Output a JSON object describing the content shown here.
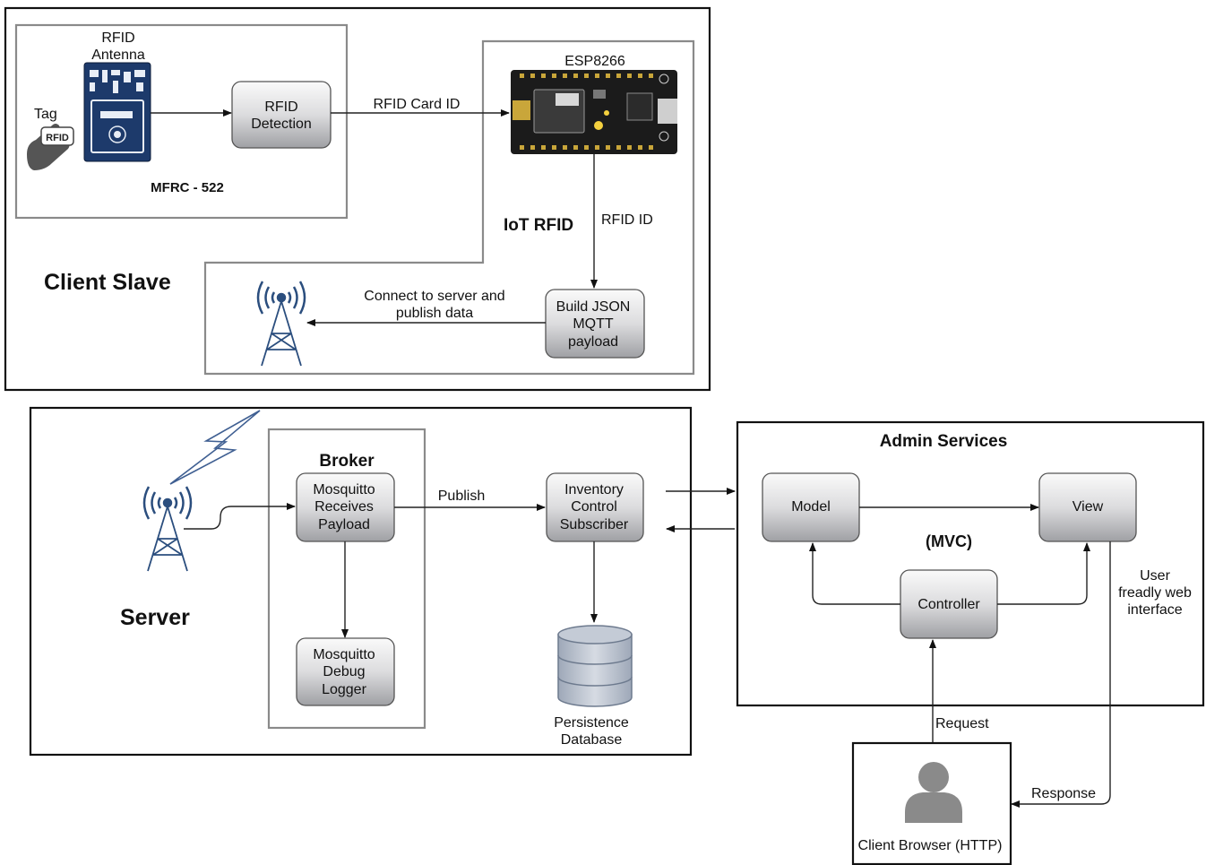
{
  "client_slave": {
    "title": "Client Slave",
    "reader_title": "RFID",
    "reader_title2": "Antenna",
    "tag_label": "Tag",
    "tag_badge": "RFID",
    "reader_model": "MFRC - 522",
    "detection_l1": "RFID",
    "detection_l2": "Detection",
    "card_id_label": "RFID Card ID",
    "esp_label": "ESP8266",
    "iot_label": "IoT RFID",
    "rfid_id_label": "RFID ID",
    "json_l1": "Build JSON",
    "json_l2": "MQTT",
    "json_l3": "payload",
    "connect_l1": "Connect to server and",
    "connect_l2": "publish data"
  },
  "server": {
    "title": "Server",
    "broker_title": "Broker",
    "receive_l1": "Mosquitto",
    "receive_l2": "Receives",
    "receive_l3": "Payload",
    "logger_l1": "Mosquitto",
    "logger_l2": "Debug",
    "logger_l3": "Logger",
    "publish_label": "Publish",
    "inventory_l1": "Inventory",
    "inventory_l2": "Control",
    "inventory_l3": "Subscriber",
    "db_l1": "Persistence",
    "db_l2": "Database"
  },
  "admin": {
    "title": "Admin Services",
    "model_label": "Model",
    "view_label": "View",
    "mvc_label": "(MVC)",
    "controller_label": "Controller",
    "ui_l1": "User",
    "ui_l2": "freadly web",
    "ui_l3": "interface",
    "request_label": "Request",
    "response_label": "Response"
  },
  "client_browser": {
    "label": "Client Browser (HTTP)"
  }
}
